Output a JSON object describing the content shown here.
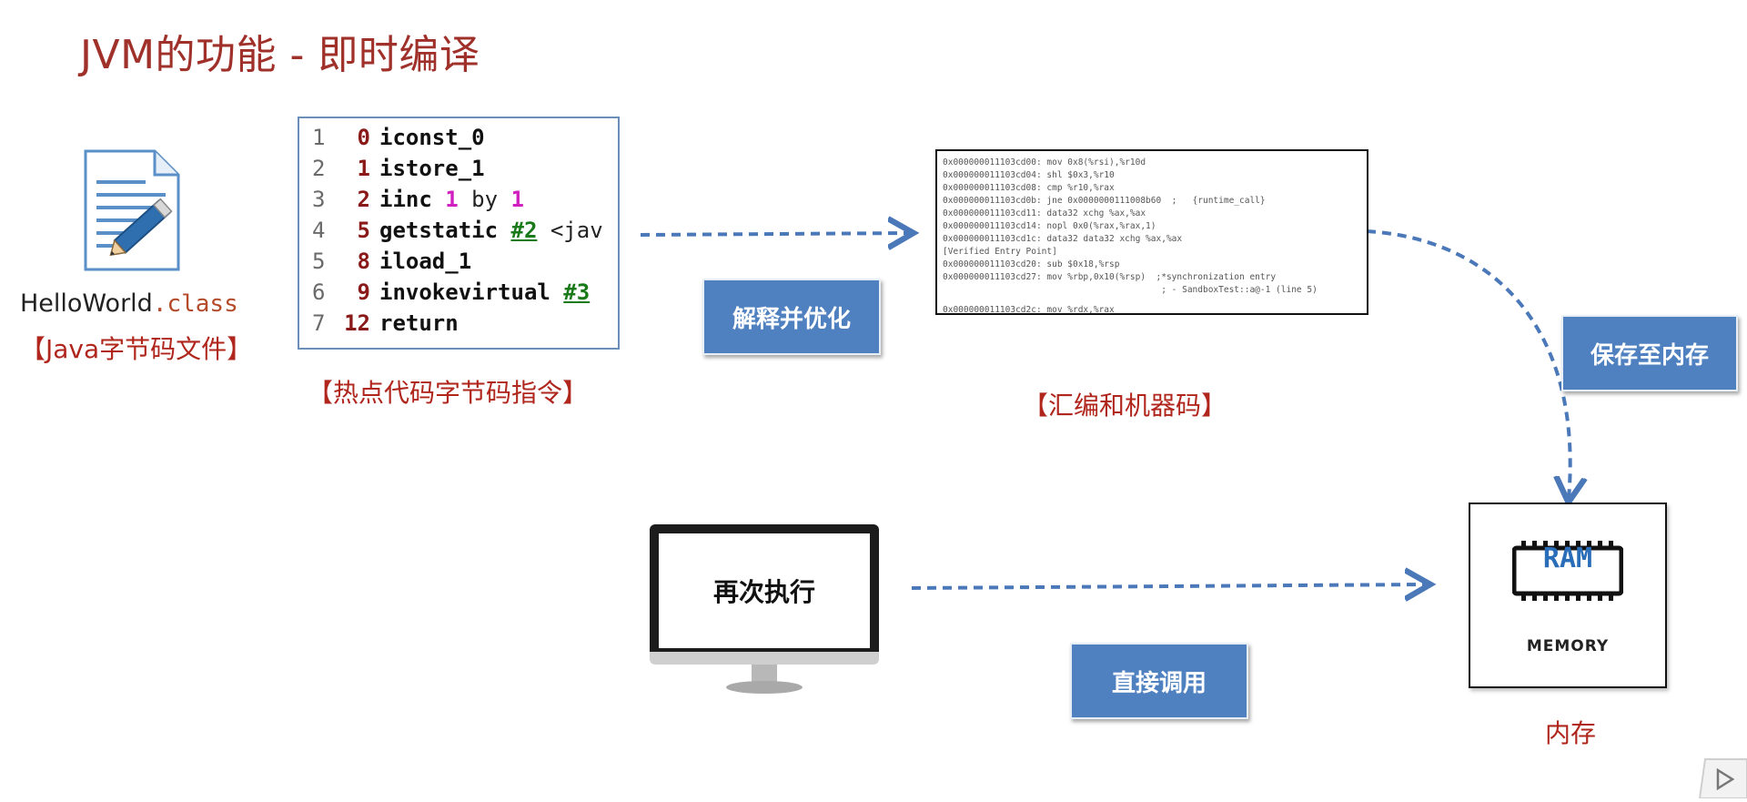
{
  "title": "JVM的功能 - 即时编译",
  "file": {
    "name_base": "HelloWorld",
    "name_ext": ".class",
    "subtitle": "【Java字节码文件】",
    "icon": "document-pencil-icon"
  },
  "bytecode": {
    "caption": "【热点代码字节码指令】",
    "rows": [
      {
        "ln": "1",
        "off": "0",
        "op": "iconst_0"
      },
      {
        "ln": "2",
        "off": "1",
        "op": "istore_1"
      },
      {
        "ln": "3",
        "off": "2",
        "op": "iinc",
        "arg1": "1",
        "mid": "by",
        "arg2": "1"
      },
      {
        "ln": "4",
        "off": "5",
        "op": "getstatic",
        "ref": "#2",
        "tail": "<jav"
      },
      {
        "ln": "5",
        "off": "8",
        "op": "iload_1"
      },
      {
        "ln": "6",
        "off": "9",
        "op": "invokevirtual",
        "ref": "#3"
      },
      {
        "ln": "7",
        "off": "12",
        "op": "return"
      }
    ]
  },
  "assembly": {
    "caption": "【汇编和机器码】",
    "lines": [
      "0x000000011103cd00: mov 0x8(%rsi),%r10d",
      "0x000000011103cd04: shl $0x3,%r10",
      "0x000000011103cd08: cmp %r10,%rax",
      "0x000000011103cd0b: jne 0x0000000111008b60  ;   {runtime_call}",
      "0x000000011103cd11: data32 xchg %ax,%ax",
      "0x000000011103cd14: nopl 0x0(%rax,%rax,1)",
      "0x000000011103cd1c: data32 data32 xchg %ax,%ax",
      "[Verified Entry Point]",
      "0x000000011103cd20: sub $0x18,%rsp",
      "0x000000011103cd27: mov %rbp,0x10(%rsp)  ;*synchronization entry",
      "                                          ; - SandboxTest::a@-1 (line 5)",
      "0x000000011103cd2c: mov %rdx,%rax"
    ]
  },
  "labels": {
    "interpret": "解释并优化",
    "save": "保存至内存",
    "direct": "直接调用"
  },
  "monitor": {
    "text": "再次执行",
    "icon": "monitor-icon"
  },
  "ram": {
    "chip_text": "RAM",
    "memory_text": "MEMORY",
    "caption": "内存",
    "icon": "ram-chip-icon"
  },
  "colors": {
    "title_red": "#a0302a",
    "caption_red": "#b0251c",
    "label_blue": "#4f80bf",
    "arrow_blue": "#4a78b8",
    "ram_blue": "#2a6db8"
  },
  "play_button_icon": "play-icon"
}
